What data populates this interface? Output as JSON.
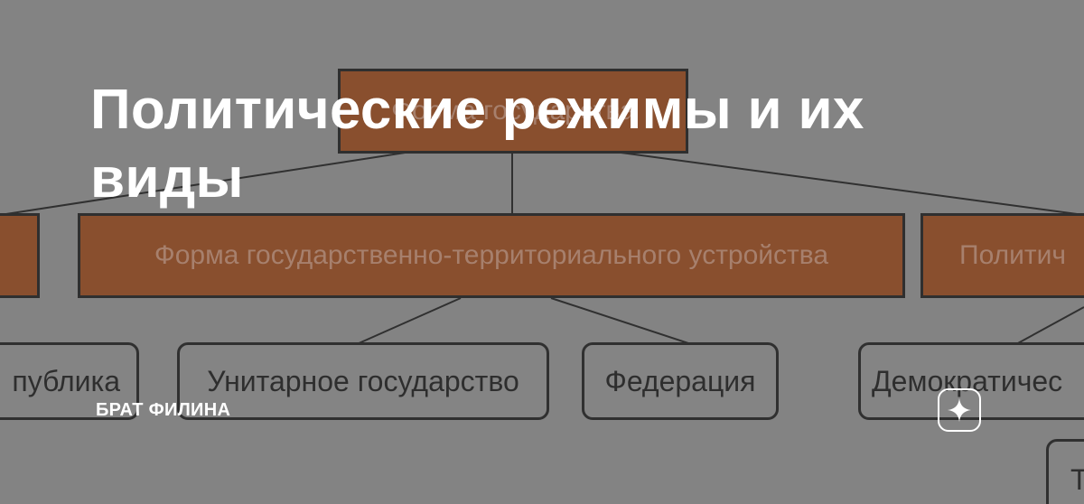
{
  "article": {
    "title": "Политические режимы и их виды",
    "channel": "БРАТ ФИЛИНА"
  },
  "diagram": {
    "top_box_label": "Форма государства",
    "middle_boxes": [
      "",
      "Форма государственно-территориального устройства",
      "Политич"
    ],
    "leaf_boxes": [
      "публика",
      "Унитарное государство",
      "Федерация",
      "Демократичес",
      "Т"
    ]
  },
  "badge": {
    "icon": "sparkle-icon"
  },
  "colors": {
    "background": "#848484",
    "box_brown": "#8b451d",
    "title_text": "#ffffff"
  }
}
